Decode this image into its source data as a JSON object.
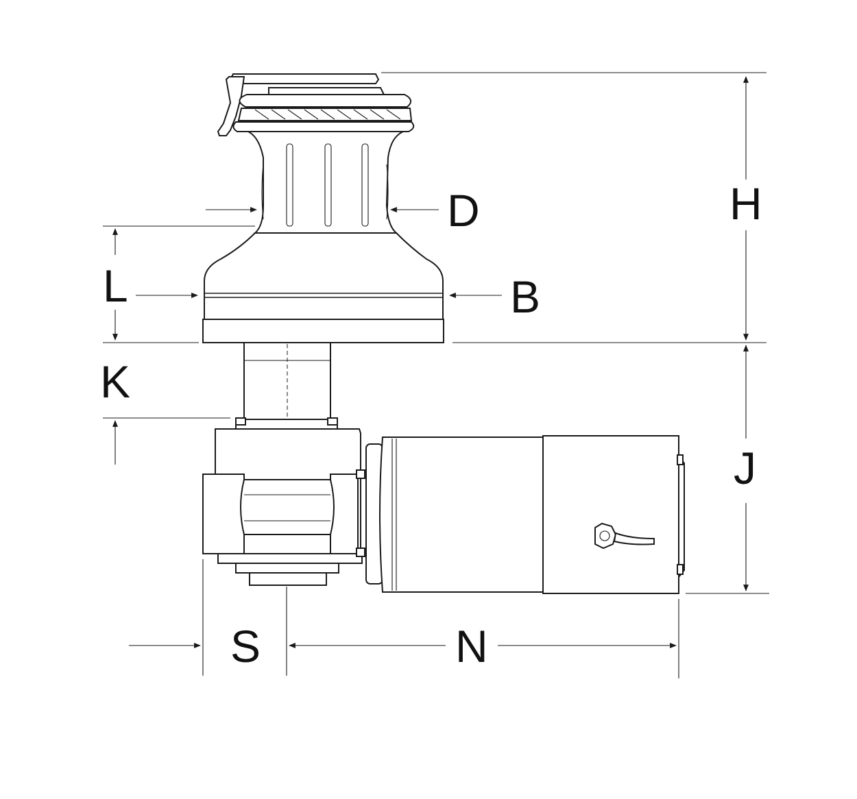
{
  "labels": {
    "D": "D",
    "B": "B",
    "H": "H",
    "L": "L",
    "K": "K",
    "J": "J",
    "S": "S",
    "N": "N"
  },
  "colors": {
    "line": "#1a1a1a",
    "background": "#ffffff"
  },
  "parts": [
    "winch-drum",
    "self-tailer-arm",
    "winch-base",
    "shaft",
    "gearbox",
    "electric-motor",
    "cable-gland"
  ]
}
